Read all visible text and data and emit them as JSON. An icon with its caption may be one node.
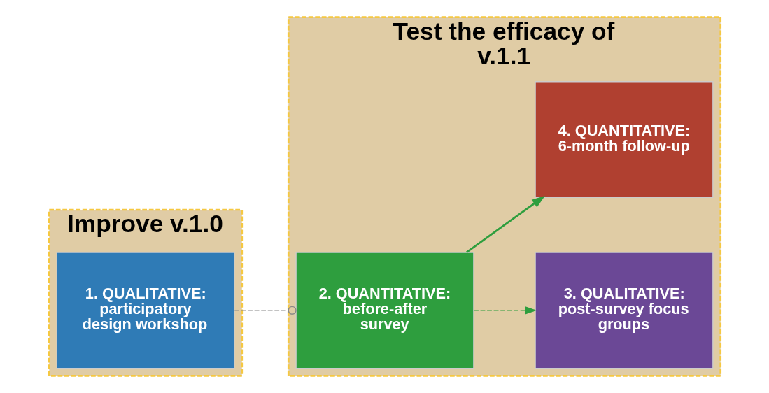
{
  "diagram": {
    "nodes": [
      {
        "text": [
          "Improve v.1.0"
        ]
      },
      {
        "text": [
          "1. QUALITATIVE: participatory design workshop"
        ],
        "in": 0
      },
      {
        "text": [
          "Test the efficacy of v.1.1"
        ]
      },
      {
        "text": [
          "2. QUANTITATIVE: before-after survey"
        ],
        "in": 2
      },
      {
        "text": [
          "3. QUALITATIVE: post-survey focus groups"
        ],
        "in": 2
      },
      {
        "text": [
          "4. QUANTITATIVE: 6-month follow-up"
        ],
        "in": 2
      }
    ],
    "edges": [
      {
        "from": 1,
        "to": 3,
        "arrow": "other",
        "style": "dashed",
        "color": "#888888"
      },
      {
        "from": 3,
        "to": 4,
        "arrow": "to",
        "style": "dashed"
      },
      {
        "from": 3,
        "to": 5,
        "arrow": "to"
      }
    ]
  }
}
